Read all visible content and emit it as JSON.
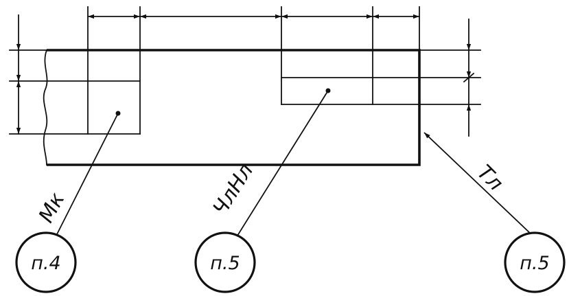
{
  "labels": {
    "mk": "Мк",
    "chl_nl": "ЧлНл",
    "tl": "Тл"
  },
  "callouts": [
    {
      "id": "c1",
      "text": "п.4"
    },
    {
      "id": "c2",
      "text": "п.5"
    },
    {
      "id": "c3",
      "text": "п.5"
    }
  ]
}
